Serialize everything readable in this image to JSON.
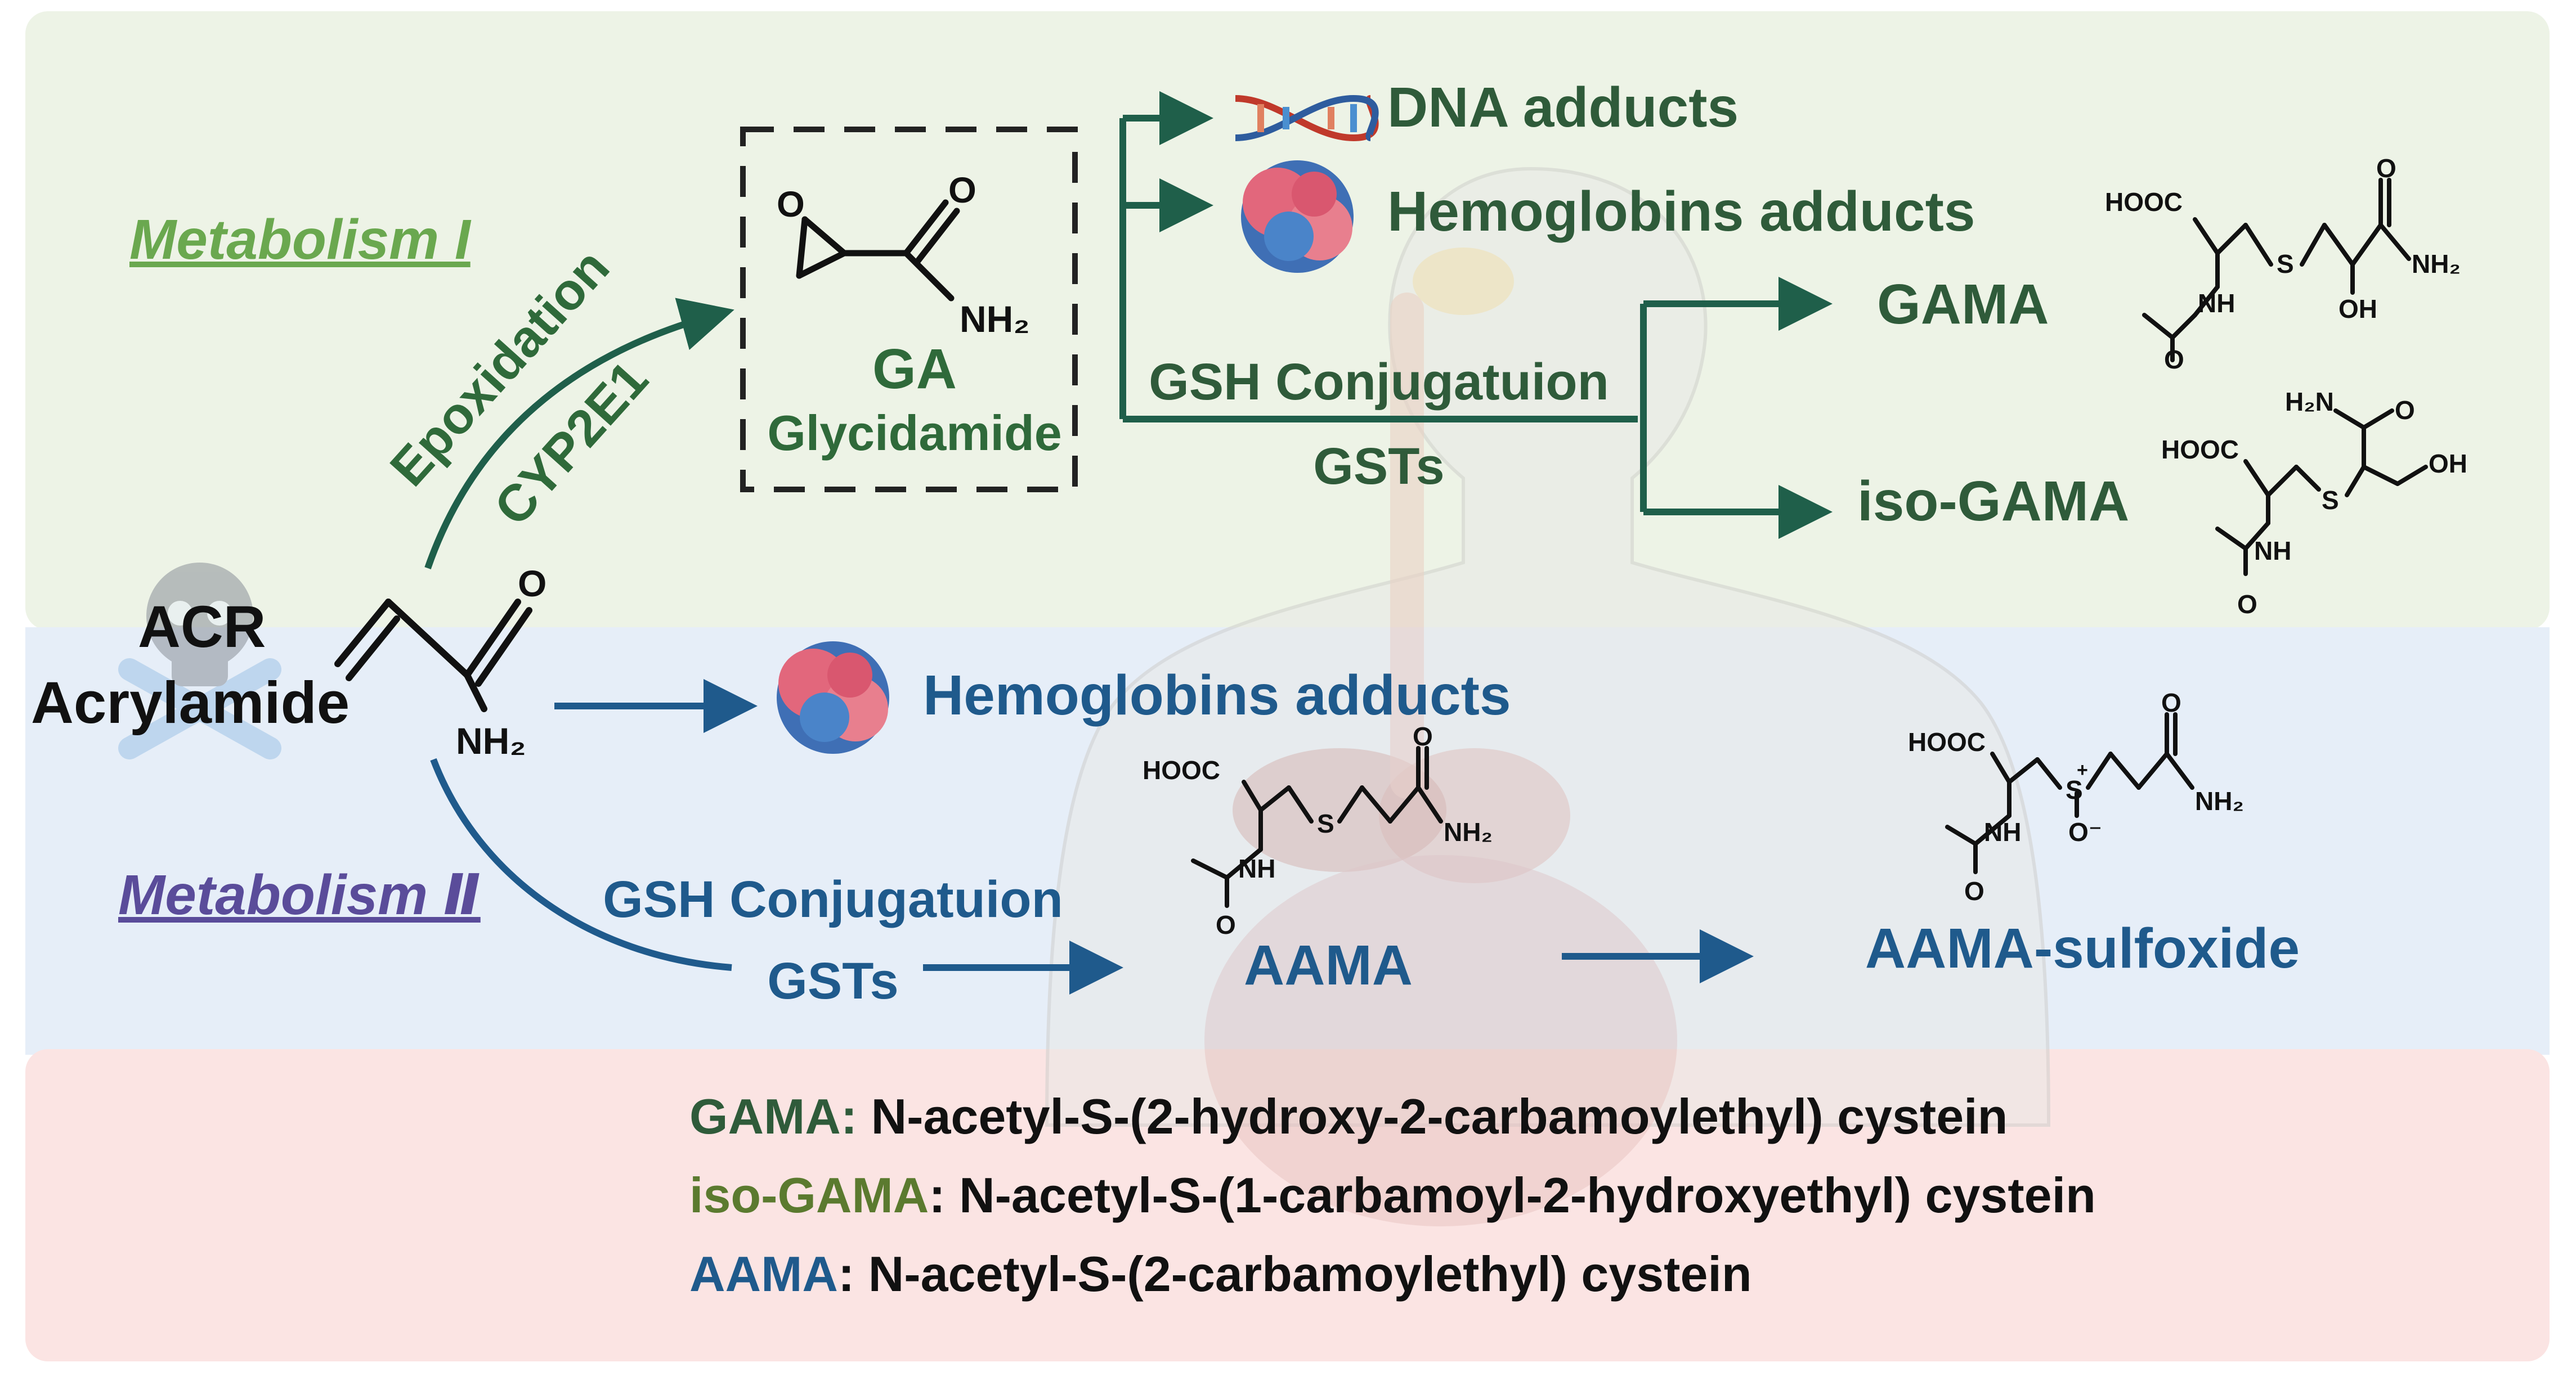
{
  "colors": {
    "green": "#2f5b3a",
    "teal_green": "#1f5f4a",
    "light_green": "#6aa84f",
    "blue": "#1f5a8c",
    "purple": "#5a4c9a",
    "black": "#111111",
    "panel_green": "#edf3e6",
    "panel_blue": "#e6eef8",
    "panel_red": "#fbe4e3"
  },
  "labels": {
    "metabolism_1": "Metabolism I",
    "metabolism_2": "Metabolism Ⅱ",
    "acr": "ACR",
    "acrylamide": "Acrylamide",
    "epoxidation": "Epoxidation",
    "cyp2e1": "CYP2E1",
    "ga": "GA",
    "glycidamide": "Glycidamide",
    "dna_adducts": "DNA adducts",
    "hemoglobins_adducts_1": "Hemoglobins adducts",
    "hemoglobins_adducts_2": "Hemoglobins adducts",
    "gsh_conj_1": "GSH Conjugatuion",
    "gsts_1": "GSTs",
    "gsh_conj_2": "GSH Conjugatuion",
    "gsts_2": "GSTs",
    "gama": "GAMA",
    "iso_gama": "iso-GAMA",
    "aama": "AAMA",
    "aama_sulfoxide": "AAMA-sulfoxide"
  },
  "chem": {
    "o": "O",
    "nh2": "NH₂",
    "nh": "NH",
    "hooc": "HOOC",
    "h2n": "H₂N",
    "oh": "OH",
    "s": "S",
    "s_plus": "+",
    "o_minus": "O⁻"
  },
  "legend": [
    {
      "abbr": "GAMA",
      "sep": ":",
      "text": " N-acetyl-S-(2-hydroxy-2-carbamoylethyl) cystein"
    },
    {
      "abbr": "iso-GAMA",
      "sep": ":",
      "text": " N-acetyl-S-(1-carbamoyl-2-hydroxyethyl) cystein"
    },
    {
      "abbr": "AAMA",
      "sep": ":",
      "text": " N-acetyl-S-(2-carbamoylethyl) cystein"
    }
  ]
}
